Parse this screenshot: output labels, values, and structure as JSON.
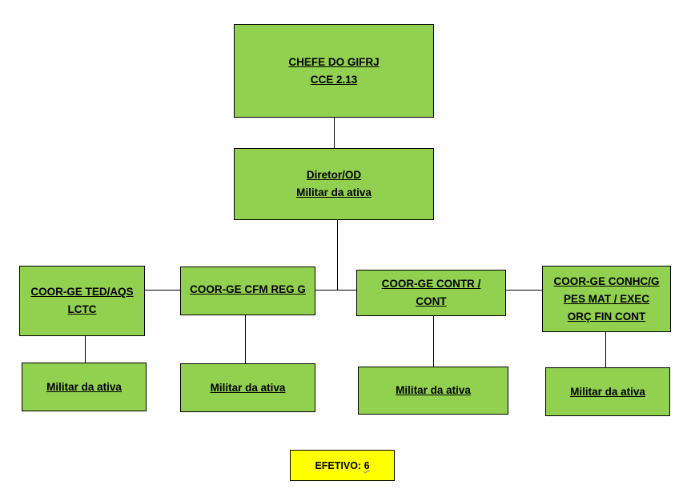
{
  "chief": {
    "line1": "CHEFE DO GIFRJ",
    "line2": "CCE 2.13"
  },
  "director": {
    "line1": "Diretor/OD",
    "line2": "Militar da ativa"
  },
  "coordinations": [
    {
      "lines": [
        "COOR-GE TED/AQS",
        "LCTC"
      ],
      "staff": "Militar da ativa"
    },
    {
      "lines": [
        "COOR-GE CFM REG G"
      ],
      "staff": "Militar da ativa"
    },
    {
      "lines": [
        "COOR-GE CONTR /",
        "CONT"
      ],
      "staff": "Militar da ativa"
    },
    {
      "lines": [
        "COOR-GE CONHC/G",
        "PES MAT / EXEC",
        "ORÇ FIN CONT"
      ],
      "staff": "Militar da ativa"
    }
  ],
  "efetivo": {
    "label": "EFETIVO: ",
    "value": "6"
  },
  "colors": {
    "box_fill": "#92d050",
    "efetivo_fill": "#ffff00",
    "line": "#000000"
  }
}
